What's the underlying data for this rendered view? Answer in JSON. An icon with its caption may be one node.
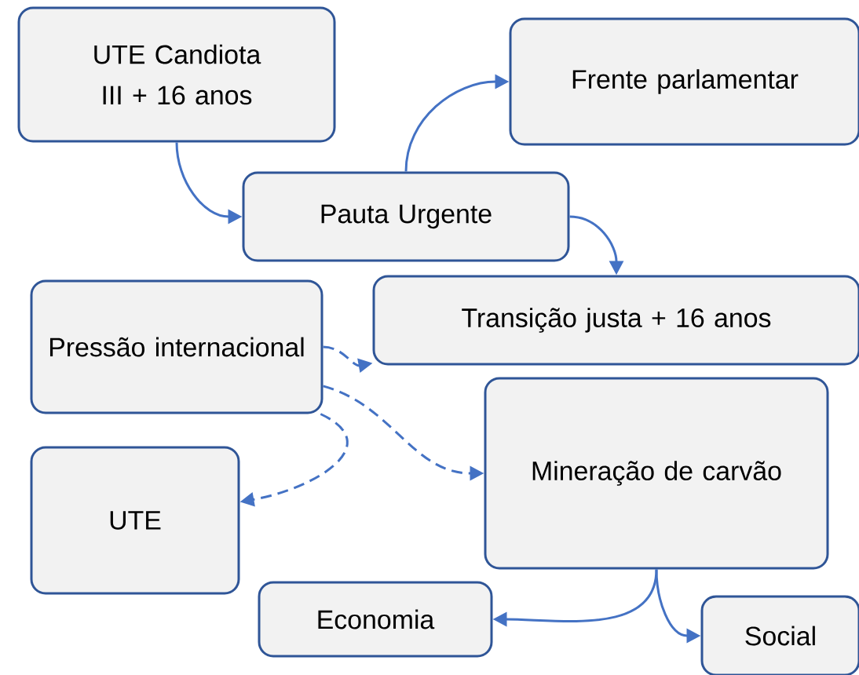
{
  "diagram": {
    "nodes": [
      {
        "text": [
          "UTE Candiota III + 16 anos"
        ]
      },
      {
        "text": [
          "Frente parlamentar"
        ]
      },
      {
        "text": [
          "Pauta Urgente"
        ]
      },
      {
        "text": [
          "Pressão internacional"
        ]
      },
      {
        "text": [
          "Transição justa + 16 anos"
        ]
      },
      {
        "text": [
          "Mineração de carvão"
        ]
      },
      {
        "text": [
          "UTE"
        ]
      },
      {
        "text": [
          "Economia"
        ]
      },
      {
        "text": [
          "Social"
        ]
      }
    ],
    "edges": [
      {
        "from": 0,
        "to": 2,
        "arrow": "to"
      },
      {
        "from": 2,
        "to": 1,
        "arrow": "to"
      },
      {
        "from": 2,
        "to": 4,
        "arrow": "to"
      },
      {
        "from": 3,
        "to": 4,
        "arrow": "to",
        "style": "dashed"
      },
      {
        "from": 3,
        "to": 5,
        "arrow": "to",
        "style": "dashed"
      },
      {
        "from": 3,
        "to": 6,
        "arrow": "to",
        "style": "dashed"
      },
      {
        "from": 5,
        "to": 7,
        "arrow": "to"
      },
      {
        "from": 5,
        "to": 8,
        "arrow": "to"
      }
    ]
  }
}
